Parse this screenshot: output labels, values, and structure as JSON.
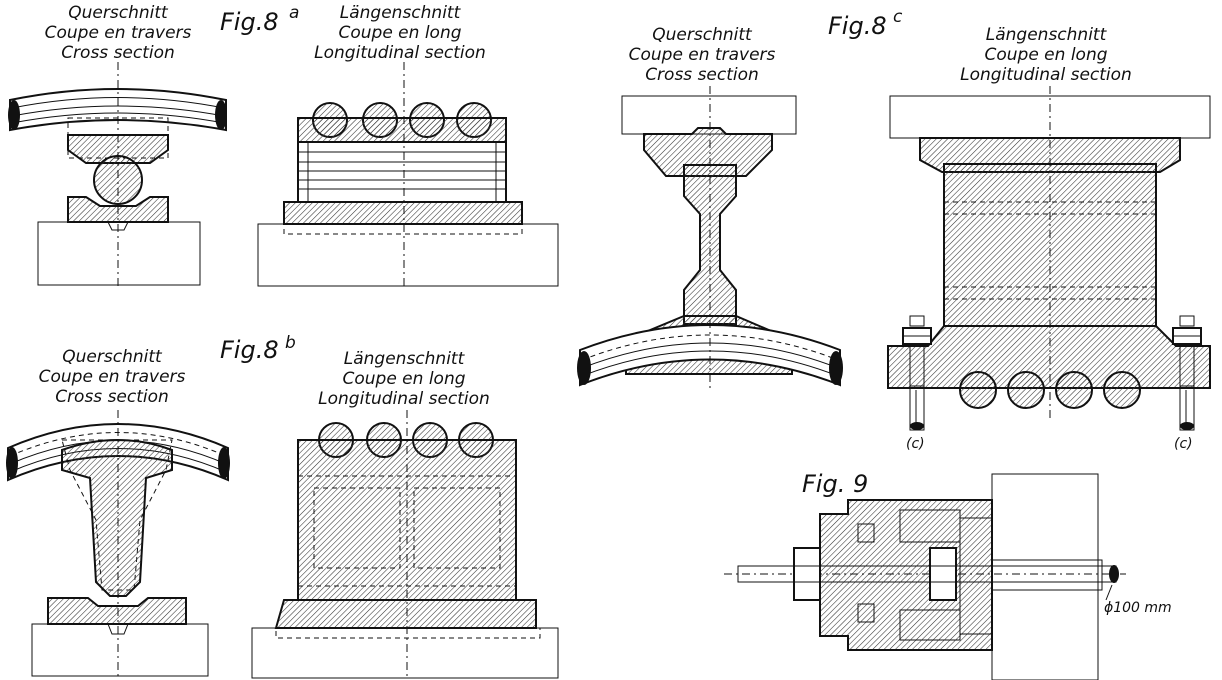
{
  "figures": {
    "fig8a": {
      "title": "Fig.8",
      "suffix": "a",
      "cross": [
        "Querschnitt",
        "Coupe en travers",
        "Cross section"
      ],
      "long": [
        "Längenschnitt",
        "Coupe en long",
        "Longitudinal section"
      ]
    },
    "fig8b": {
      "title": "Fig.8",
      "suffix": "b",
      "cross": [
        "Querschnitt",
        "Coupe en travers",
        "Cross section"
      ],
      "long": [
        "Längenschnitt",
        "Coupe en long",
        "Longitudinal section"
      ]
    },
    "fig8c": {
      "title": "Fig.8",
      "suffix": "c",
      "cross": [
        "Querschnitt",
        "Coupe en travers",
        "Cross section"
      ],
      "long": [
        "Längenschnitt",
        "Coupe en long",
        "Longitudinal section"
      ],
      "marker": "(c)"
    },
    "fig9": {
      "title": "Fig. 9",
      "dimension": "ϕ100 mm"
    }
  },
  "colors": {
    "ink": "#111111",
    "paper": "#ffffff"
  }
}
